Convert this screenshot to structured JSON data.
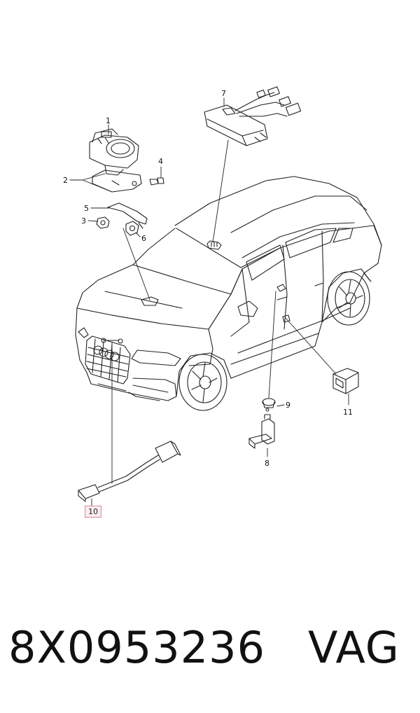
{
  "diagram": {
    "callouts": [
      "1",
      "2",
      "3",
      "4",
      "5",
      "6",
      "7",
      "8",
      "9",
      "11"
    ],
    "highlighted_callout": "10"
  },
  "footer": {
    "part_number": "8X0953236",
    "brand": "VAG"
  }
}
